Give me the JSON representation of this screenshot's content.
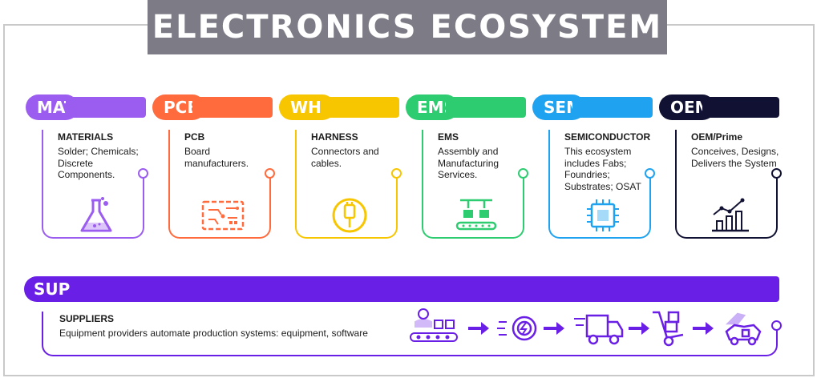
{
  "title": "ELECTRONICS ECOSYSTEM",
  "colors": {
    "mat": "#9b5cf0",
    "pcb": "#ff6b3d",
    "whm": "#f7c600",
    "ems": "#2ecc71",
    "sem": "#1fa3f0",
    "oem": "#111133",
    "sup": "#6a1fe6",
    "title_bg": "#7c7b86"
  },
  "categories": [
    {
      "code": "MAT",
      "heading": "MATERIALS",
      "desc": "Solder; Chemicals; Discrete Components.",
      "icon": "flask-icon"
    },
    {
      "code": "PCB",
      "heading": "PCB",
      "desc": "Board manufacturers.",
      "icon": "circuit-board-icon"
    },
    {
      "code": "WHM",
      "heading": "HARNESS",
      "desc": "Connectors and cables.",
      "icon": "cable-connector-icon"
    },
    {
      "code": "EMS",
      "heading": "EMS",
      "desc": "Assembly and Manufacturing Services.",
      "icon": "assembly-line-icon"
    },
    {
      "code": "SEM",
      "heading": "SEMICONDUCTOR",
      "desc": "This ecosystem includes Fabs; Foundries; Substrates; OSAT",
      "icon": "chip-icon"
    },
    {
      "code": "OEM",
      "heading": "OEM/Prime",
      "desc": "Conceives, Designs, Delivers the System",
      "icon": "growth-chart-icon"
    }
  ],
  "suppliers": {
    "code": "SUP",
    "heading": "SUPPLIERS",
    "desc": "Equipment providers automate production systems: equipment, software",
    "flow_icons": [
      "conveyor-worker-icon",
      "arrow-icon",
      "gear-power-icon",
      "arrow-icon",
      "delivery-truck-icon",
      "arrow-icon",
      "hand-truck-icon",
      "arrow-icon",
      "delivery-plane-icon"
    ]
  }
}
